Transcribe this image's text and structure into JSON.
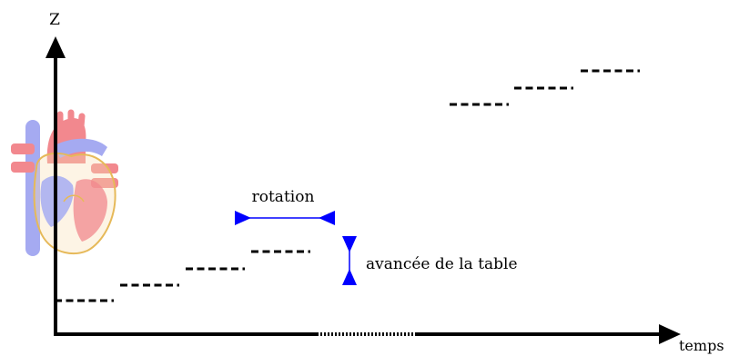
{
  "axes": {
    "y_label": "Z",
    "x_label": "temps"
  },
  "annotations": {
    "rotation_label": "rotation",
    "table_advance_label": "avancée de la table"
  },
  "legend_icon": "heart-illustration",
  "colors": {
    "axis": "#000000",
    "steps": "#000000",
    "arrows": "#0000ff",
    "heart_red": "#e8424a",
    "heart_blue": "#6f78e0",
    "heart_outline": "#e0a830"
  },
  "steps": {
    "first_group_count": 4,
    "second_group_count": 3,
    "axis_break": true
  }
}
